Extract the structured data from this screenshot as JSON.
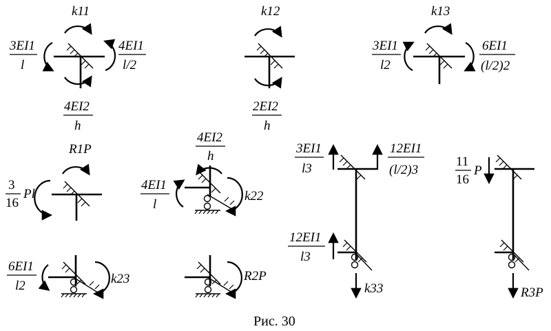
{
  "caption": "Рис. 30",
  "diagrams": {
    "k11": {
      "reaction": "k11",
      "moments": [
        {
          "numerator": "3EI1",
          "denominator": "l"
        },
        {
          "numerator": "4EI1",
          "denominator": "l/2"
        },
        {
          "numerator": "4EI2",
          "denominator": "h"
        }
      ]
    },
    "k12": {
      "reaction": "k12",
      "moments": [
        {
          "numerator": "2EI2",
          "denominator": "h"
        }
      ]
    },
    "k13": {
      "reaction": "k13",
      "moments": [
        {
          "numerator": "3EI1",
          "denominator": "l2"
        },
        {
          "numerator": "6EI1",
          "denominator": "(l/2)2"
        }
      ]
    },
    "r1p": {
      "reaction": "R1P",
      "moments": [
        {
          "numerator": "3",
          "denominator": "16",
          "suffix": "Pl"
        }
      ]
    },
    "k22": {
      "reaction": "k22",
      "moments": [
        {
          "numerator": "4EI2",
          "denominator": "h"
        },
        {
          "numerator": "4EI1",
          "denominator": "l"
        }
      ]
    },
    "k23": {
      "reaction": "k23",
      "moments": [
        {
          "numerator": "6EI1",
          "denominator": "l2"
        }
      ]
    },
    "r2p": {
      "reaction": "R2P"
    },
    "k33": {
      "reaction": "k33",
      "forces": [
        {
          "numerator": "3EI1",
          "denominator": "l3"
        },
        {
          "numerator": "12EI1",
          "denominator": "(l/2)3"
        },
        {
          "numerator": "12EI1",
          "denominator": "l3"
        }
      ]
    },
    "r3p": {
      "reaction": "R3P",
      "forces": [
        {
          "numerator": "11",
          "denominator": "16",
          "suffix": "P"
        }
      ]
    }
  }
}
